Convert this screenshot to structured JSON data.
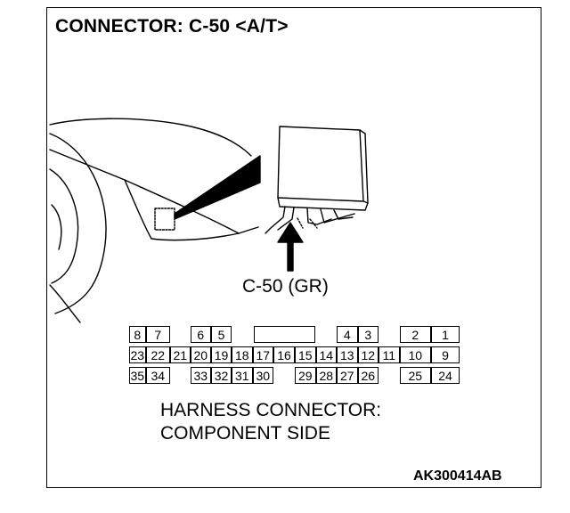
{
  "title": "CONNECTOR: C-50 <A/T>",
  "callout_label": "C-50 (GR)",
  "caption_line1": "HARNESS CONNECTOR:",
  "caption_line2": "COMPONENT SIDE",
  "figure_code": "AK300414AB",
  "connector": {
    "row1": [
      "8",
      "7",
      "",
      "6",
      "5",
      "",
      "4",
      "3",
      "",
      "2",
      "1"
    ],
    "row2": [
      "23",
      "22",
      "21",
      "20",
      "19",
      "18",
      "17",
      "16",
      "15",
      "14",
      "13",
      "12",
      "11",
      "10",
      "9"
    ],
    "row3": [
      "35",
      "34",
      "",
      "33",
      "32",
      "31",
      "30",
      "",
      "29",
      "28",
      "27",
      "26",
      "",
      "25",
      "24"
    ]
  }
}
